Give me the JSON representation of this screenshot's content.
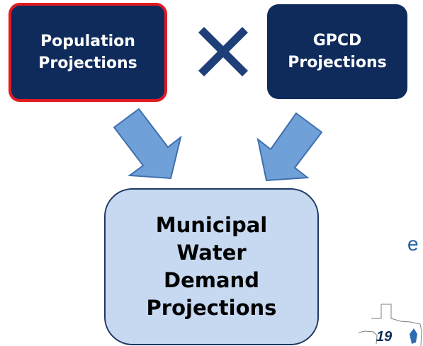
{
  "boxes": {
    "population": "Population\nProjections",
    "gpcd": "GPCD\nProjections",
    "demand": "Municipal\nWater\nDemand\nProjections"
  },
  "edge_text": "e",
  "logo": {
    "number": "19"
  },
  "colors": {
    "dark_navy": "#0f2b5c",
    "highlight_red": "#e11b22",
    "light_blue_fill": "#c6d9f1",
    "arrow_fill": "#6fa0d8",
    "arrow_stroke": "#3f6fae"
  },
  "icons": {
    "operator": "times-icon",
    "arrows": "arrow-down-icon",
    "logo": "texas-outline-icon"
  }
}
